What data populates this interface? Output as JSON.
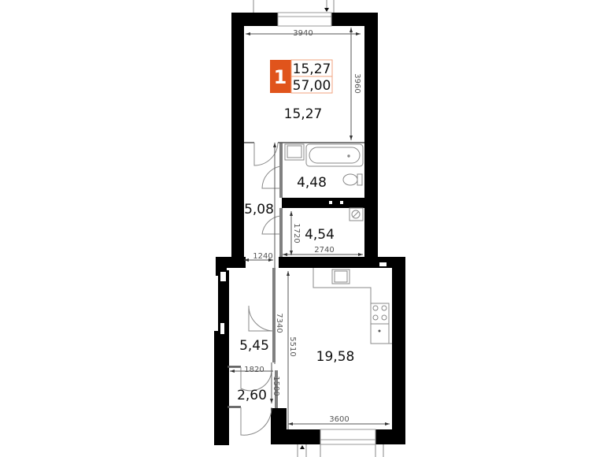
{
  "badge": {
    "rooms": "1",
    "living_area": "15,27",
    "total_area": "57,00",
    "accent_color": "#e0541c"
  },
  "rooms": {
    "living_room": {
      "area": "15,27"
    },
    "bathroom": {
      "area": "4,48"
    },
    "corridor": {
      "area": "5,08"
    },
    "storage": {
      "area": "4,54"
    },
    "hall": {
      "area": "5,45"
    },
    "entrance": {
      "area": "2,60"
    },
    "kitchen": {
      "area": "19,58"
    }
  },
  "dimensions": {
    "living_width": "3940",
    "living_length": "3960",
    "storage_length": "1720",
    "storage_width": "2740",
    "corridor_width": "1240",
    "hall_length": "7340",
    "kitchen_length": "5510",
    "entrance_width": "1820",
    "entrance_length": "1500",
    "kitchen_width": "3600"
  }
}
